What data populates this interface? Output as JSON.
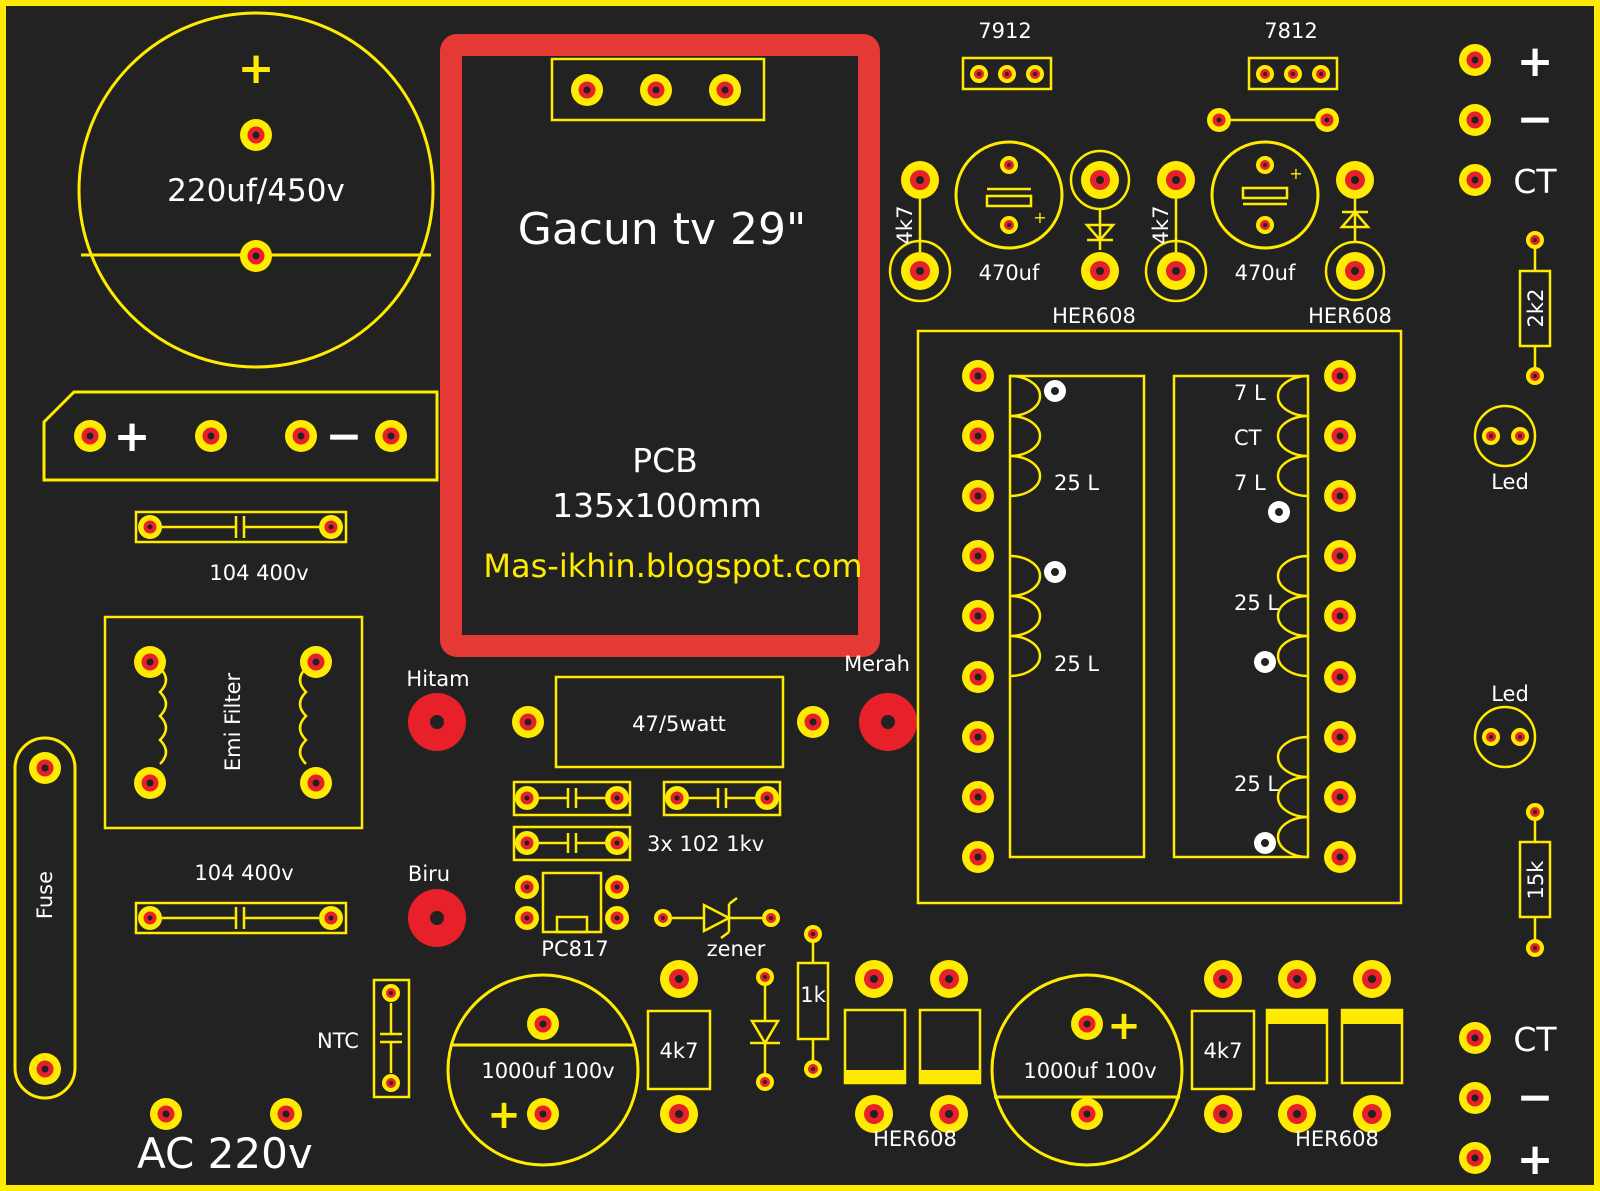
{
  "board": {
    "title": "Gacun tv 29\"",
    "pcb_label": "PCB",
    "pcb_size": "135x100mm",
    "website": "Mas-ikhin.blogspot.com",
    "colors": {
      "background": "#222222",
      "copper": "#ffeb00",
      "drill": "#e8202a",
      "outline": "#ffeb00",
      "flyback_frame": "#e53935",
      "text": "#ffffff"
    }
  },
  "labels": {
    "cap_main": "220uf/450v",
    "plus": "+",
    "minus": "−",
    "cap_104_top": "104 400v",
    "cap_104_bottom": "104 400v",
    "emi_filter": "Emi Filter",
    "fuse": "Fuse",
    "ntc": "NTC",
    "ac_input": "AC 220v",
    "hitam": "Hitam",
    "merah": "Merah",
    "biru": "Biru",
    "resistor_47": "47/5watt",
    "caps_102": "3x 102 1kv",
    "pc817": "PC817",
    "zener": "zener",
    "r_1k": "1k",
    "cap_1000_left": "1000uf 100v",
    "cap_1000_right": "1000uf 100v",
    "r_4k7_a": "4k7",
    "r_4k7_b": "4k7",
    "r_4k7_c": "4k7",
    "r_4k7_d": "4k7",
    "her608_bottom_left": "HER608",
    "her608_bottom_right": "HER608",
    "reg_7912": "7912",
    "reg_7812": "7812",
    "cap_470_a": "470uf",
    "cap_470_b": "470uf",
    "her608_top_a": "HER608",
    "her608_top_b": "HER608",
    "out_plus_top": "+",
    "out_minus_top": "−",
    "out_ct_top": "CT",
    "out_ct_bottom": "CT",
    "out_minus_bottom": "−",
    "out_plus_bottom": "+",
    "r_2k2": "2k2",
    "r_15k": "15k",
    "led_top": "Led",
    "led_bottom": "Led",
    "winding_25l_1": "25 L",
    "winding_25l_2": "25 L",
    "winding_25l_3": "25 L",
    "winding_25l_4": "25 L",
    "winding_7l_top": "7 L",
    "winding_ct": "CT",
    "winding_7l_bottom": "7 L"
  }
}
